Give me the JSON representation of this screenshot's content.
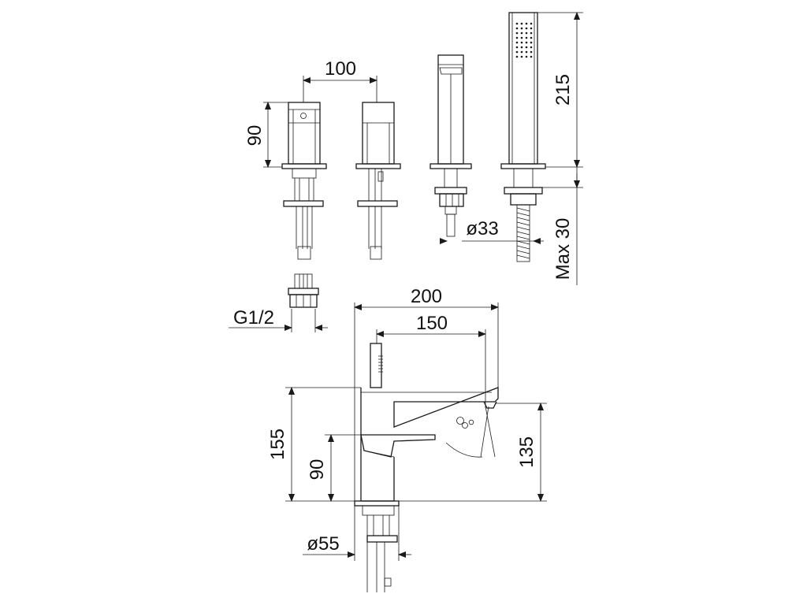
{
  "dimensions": {
    "handle_spacing": "100",
    "valve_height": "90",
    "handshower_length": "215",
    "spout_base_diameter": "ø33",
    "max_deck_thickness": "Max 30",
    "connection_thread": "G1/2",
    "mixer_depth": "200",
    "spout_reach": "150",
    "mixer_height": "155",
    "lever_height": "90",
    "spout_outlet_height": "135",
    "mixer_base_diameter": "ø55"
  }
}
